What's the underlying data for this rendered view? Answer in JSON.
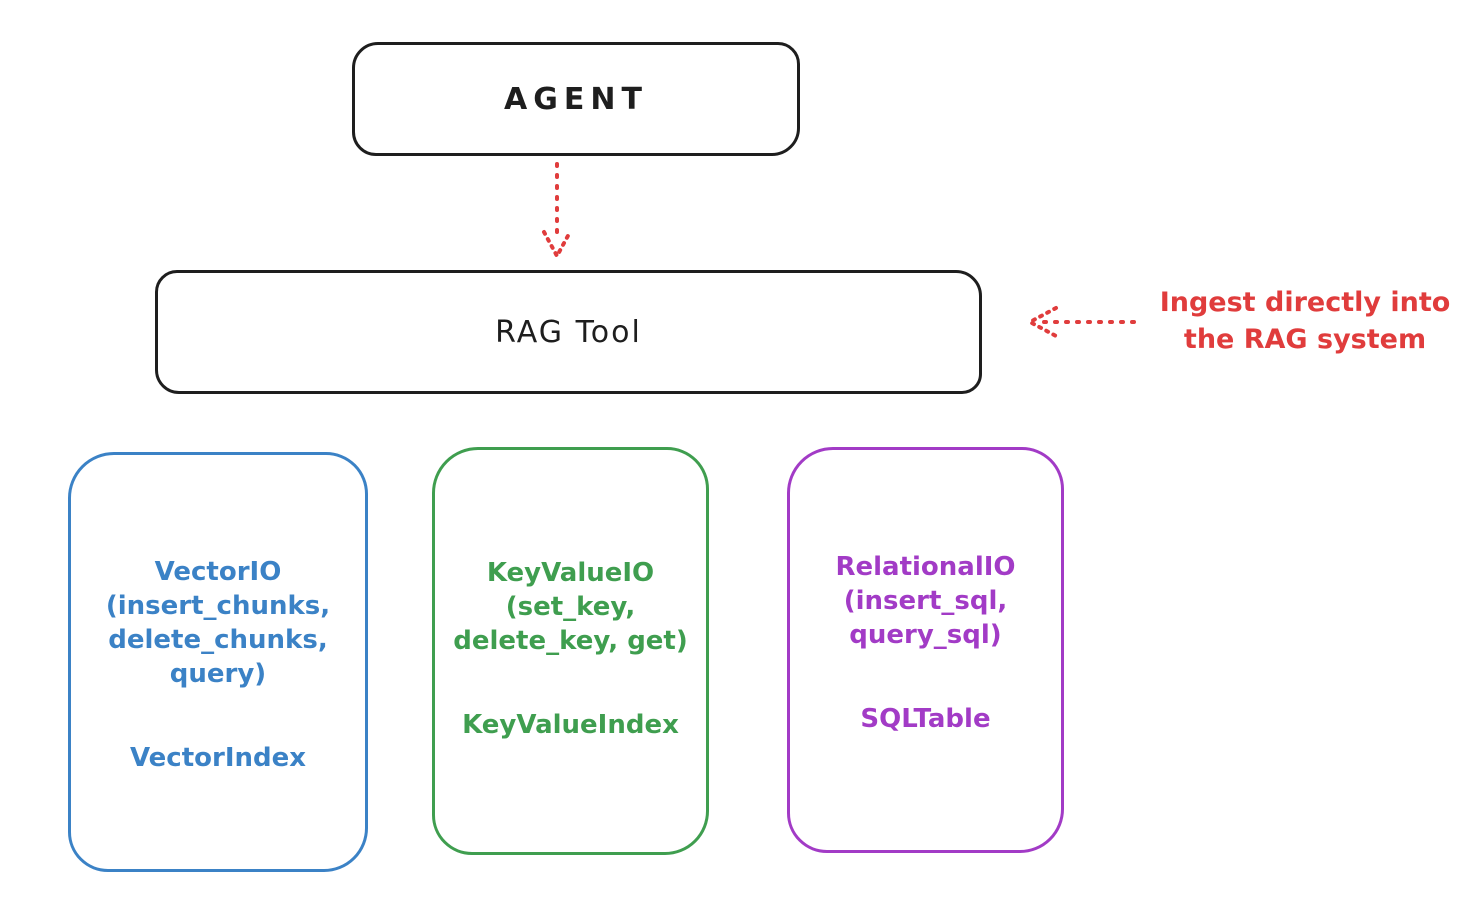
{
  "agent": {
    "label": "AGENT"
  },
  "rag_tool": {
    "label": "RAG Tool"
  },
  "annotation": {
    "line1": "Ingest directly into",
    "line2": "the RAG system"
  },
  "nodes": [
    {
      "id": "vector-io",
      "color": "#3b82c6",
      "lines": [
        "VectorIO",
        "(insert_chunks,",
        "delete_chunks,",
        "query)"
      ],
      "index_label": "VectorIndex"
    },
    {
      "id": "keyvalue-io",
      "color": "#3f9e4f",
      "lines": [
        "KeyValueIO",
        "(set_key,",
        "delete_key, get)"
      ],
      "index_label": "KeyValueIndex"
    },
    {
      "id": "relational-io",
      "color": "#a23bc6",
      "lines": [
        "RelationalIO",
        "(insert_sql,",
        "query_sql)"
      ],
      "index_label": "SQLTable"
    }
  ],
  "colors": {
    "black": "#1e1e1e",
    "red": "#e03c3c",
    "blue": "#3b82c6",
    "green": "#3f9e4f",
    "purple": "#a23bc6"
  }
}
